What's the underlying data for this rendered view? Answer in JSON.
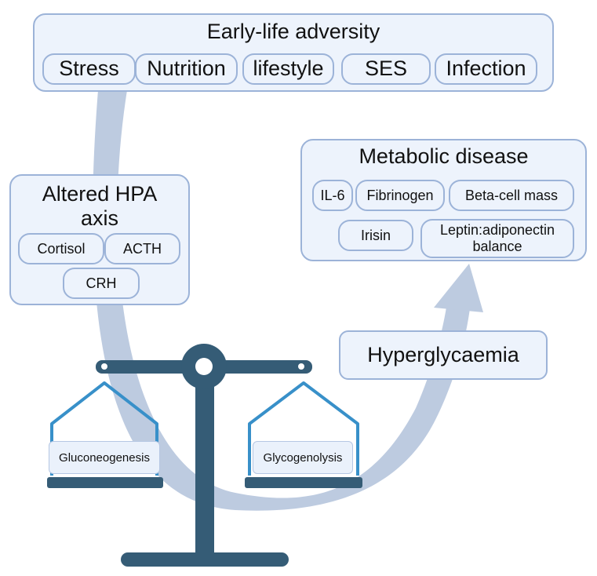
{
  "colors": {
    "arrow": "#bdcbe0",
    "panel_fill": "#edf3fc",
    "panel_border": "#9cb3d8",
    "scale_dark": "#355c76",
    "pan_rope": "#3890c9"
  },
  "adversity": {
    "title": "Early-life adversity",
    "items": [
      "Stress",
      "Nutrition",
      "lifestyle",
      "SES",
      "Infection"
    ]
  },
  "hpa": {
    "title_line1": "Altered HPA",
    "title_line2": "axis",
    "items": [
      "Cortisol",
      "ACTH",
      "CRH"
    ]
  },
  "metabolic": {
    "title": "Metabolic disease",
    "items": [
      "IL-6",
      "Fibrinogen",
      "Beta-cell mass",
      "Irisin"
    ],
    "leptin_line1": "Leptin:adiponectin",
    "leptin_line2": "balance"
  },
  "hyperglycaemia": {
    "label": "Hyperglycaemia"
  },
  "scale": {
    "left_label": "Gluconeogenesis",
    "right_label": "Glycogenolysis"
  }
}
